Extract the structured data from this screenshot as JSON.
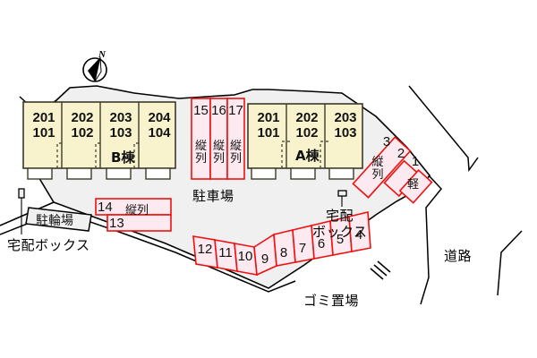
{
  "plan": {
    "title_texts": {
      "parking": "駐車場",
      "bicycle_parking": "駐輪場",
      "delivery_box_left": "宅配ボックス",
      "delivery_box_right_line1": "宅配",
      "delivery_box_right_line2": "ボックス",
      "garbage": "ゴミ置場",
      "road": "道路"
    },
    "compass": {
      "label": "N",
      "icon": "compass-rose-icon"
    },
    "colors": {
      "site_fill": "#f0f0f0",
      "site_stroke": "#000000",
      "building_fill": "#f8f3cd",
      "building_stroke": "#3a3a28",
      "stall_fill": "#fdeaf0",
      "stall_stroke": "#ee1111",
      "label_box_stroke": "#222222",
      "text": "#111111"
    },
    "buildings": [
      {
        "name": "B棟",
        "units": [
          {
            "upper": "201",
            "lower": "101"
          },
          {
            "upper": "202",
            "lower": "102"
          },
          {
            "upper": "203",
            "lower": "103"
          },
          {
            "upper": "204",
            "lower": "104"
          }
        ]
      },
      {
        "name": "A棟",
        "units": [
          {
            "upper": "201",
            "lower": "101"
          },
          {
            "upper": "202",
            "lower": "102"
          },
          {
            "upper": "203",
            "lower": "103"
          }
        ]
      }
    ],
    "stalls_middle_vertical": [
      {
        "number": "15",
        "note": "縦列"
      },
      {
        "number": "16",
        "note": "縦列"
      },
      {
        "number": "17",
        "note": "縦列"
      }
    ],
    "stalls_right": [
      {
        "number": "3",
        "note": "縦列"
      },
      {
        "number": "2",
        "note": ""
      },
      {
        "number": "1",
        "note": "軽"
      }
    ],
    "stalls_left_pair": [
      {
        "number": "14",
        "note": "縦列"
      },
      {
        "number": "13",
        "note": ""
      }
    ],
    "stalls_bottom_row": [
      {
        "number": "12",
        "note": ""
      },
      {
        "number": "11",
        "note": ""
      },
      {
        "number": "10",
        "note": ""
      },
      {
        "number": "9",
        "note": ""
      },
      {
        "number": "8",
        "note": ""
      },
      {
        "number": "7",
        "note": ""
      },
      {
        "number": "6",
        "note": ""
      },
      {
        "number": "5",
        "note": ""
      },
      {
        "number": "4",
        "note": ""
      }
    ]
  }
}
